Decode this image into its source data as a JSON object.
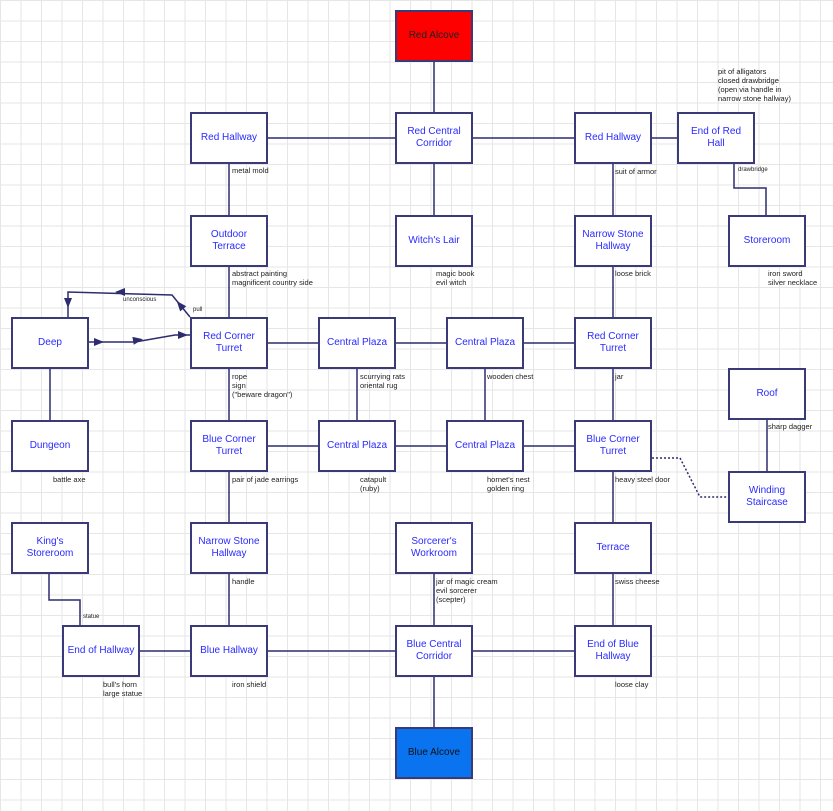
{
  "rooms": [
    {
      "id": "red_alcove",
      "label": "Red Alcove",
      "color": "#ff0000"
    },
    {
      "id": "red_hallway_l",
      "label": "Red Hallway"
    },
    {
      "id": "red_central",
      "label": "Red Central Corridor"
    },
    {
      "id": "red_hallway_r",
      "label": "Red Hallway"
    },
    {
      "id": "end_red_hall",
      "label": "End of Red Hall"
    },
    {
      "id": "outdoor_terrace",
      "label": "Outdoor Terrace"
    },
    {
      "id": "witch_lair",
      "label": "Witch's Lair"
    },
    {
      "id": "narrow_top",
      "label": "Narrow Stone Hallway"
    },
    {
      "id": "storeroom",
      "label": "Storeroom"
    },
    {
      "id": "deep",
      "label": "Deep"
    },
    {
      "id": "red_turret_l",
      "label": "Red Corner Turret"
    },
    {
      "id": "plaza1",
      "label": "Central Plaza"
    },
    {
      "id": "plaza2",
      "label": "Central Plaza"
    },
    {
      "id": "red_turret_r",
      "label": "Red Corner Turret"
    },
    {
      "id": "roof",
      "label": "Roof"
    },
    {
      "id": "dungeon",
      "label": "Dungeon"
    },
    {
      "id": "blue_turret_l",
      "label": "Blue Corner Turret"
    },
    {
      "id": "plaza3",
      "label": "Central Plaza"
    },
    {
      "id": "plaza4",
      "label": "Central Plaza"
    },
    {
      "id": "blue_turret_r",
      "label": "Blue Corner Turret"
    },
    {
      "id": "winding",
      "label": "Winding Staircase"
    },
    {
      "id": "kings_store",
      "label": "King's Storeroom"
    },
    {
      "id": "narrow_left",
      "label": "Narrow Stone Hallway"
    },
    {
      "id": "sorcerer",
      "label": "Sorcerer's Workroom"
    },
    {
      "id": "terrace",
      "label": "Terrace"
    },
    {
      "id": "end_hallway",
      "label": "End of Hallway"
    },
    {
      "id": "blue_hallway",
      "label": "Blue Hallway"
    },
    {
      "id": "blue_central",
      "label": "Blue Central Corridor"
    },
    {
      "id": "end_blue",
      "label": "End of Blue Hallway"
    },
    {
      "id": "blue_alcove",
      "label": "Blue Alcove",
      "color": "#0a74f0"
    }
  ],
  "notes": [
    "pit of alligators\nclosed drawbridge\n(open via handle in\nnarrow stone hallway)",
    "metal mold",
    "suit of armor",
    "drawbridge",
    "abstract painting\nmagnificent country side",
    "magic book\nevil witch",
    "loose brick",
    "iron sword\nsilver necklace",
    "unconscious",
    "pull",
    "rope\nsign\n(\"beware dragon\")",
    "scurrying rats\noriental rug",
    "wooden chest",
    "jar",
    "sharp dagger",
    "battle axe",
    "pair of jade earrings",
    "catapult\n(ruby)",
    "hornet's nest\ngolden ring",
    "heavy steel door",
    "handle",
    "jar of magic cream\nevil sorcerer\n(scepter)",
    "swiss cheese",
    "statue",
    "bull's horn\nlarge statue",
    "iron shield",
    "loose clay"
  ],
  "line_color": "#2c2c6e",
  "room_text_color": "#2a2aff"
}
